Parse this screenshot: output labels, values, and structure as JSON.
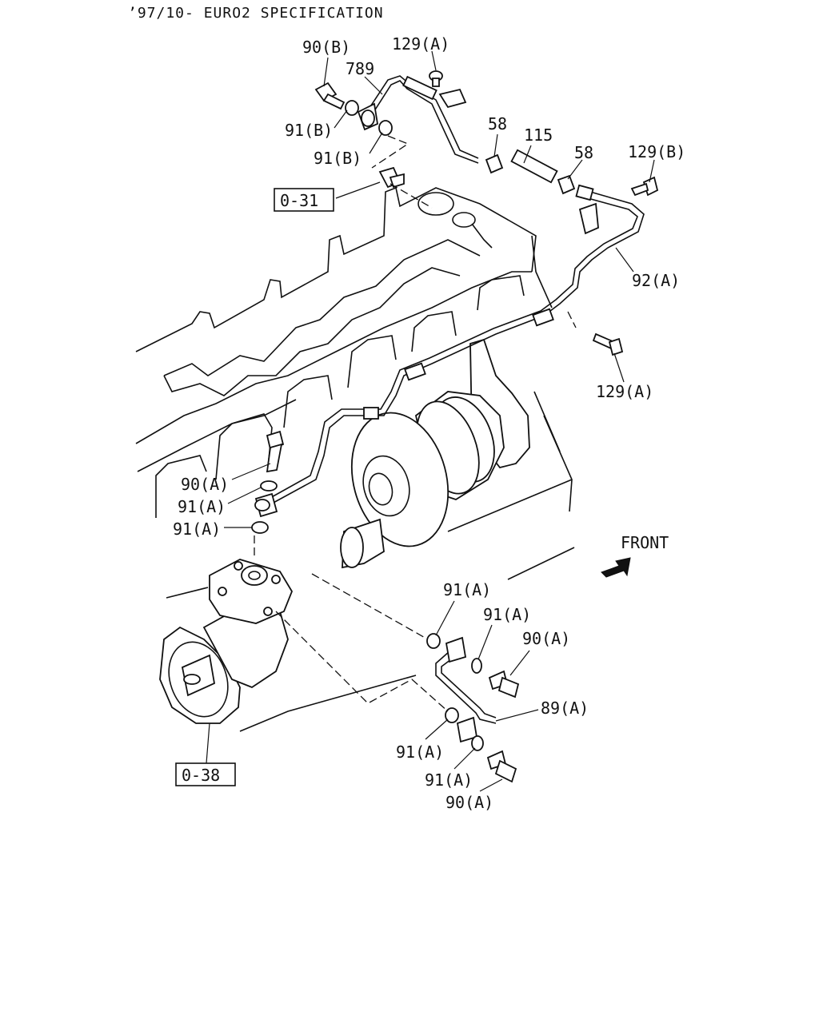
{
  "title": "’97/10- EURO2 SPECIFICATION",
  "front_label": "FRONT",
  "icons": {
    "front_arrow": "front-arrow-icon"
  },
  "refs": {
    "r1": "0-31",
    "r2": "0-38"
  },
  "labels": {
    "l90b": "90(B)",
    "l129a_top": "129(A)",
    "l789": "789",
    "l91b_1": "91(B)",
    "l91b_2": "91(B)",
    "l58_1": "58",
    "l115": "115",
    "l58_2": "58",
    "l129b": "129(B)",
    "l92a": "92(A)",
    "l129a_mid": "129(A)",
    "l90a_1": "90(A)",
    "l91a_1": "91(A)",
    "l91a_2": "91(A)",
    "l91a_3": "91(A)",
    "l91a_4": "91(A)",
    "l90a_2": "90(A)",
    "l89a": "89(A)",
    "l91a_5": "91(A)",
    "l91a_6": "91(A)",
    "l90a_3": "90(A)"
  }
}
